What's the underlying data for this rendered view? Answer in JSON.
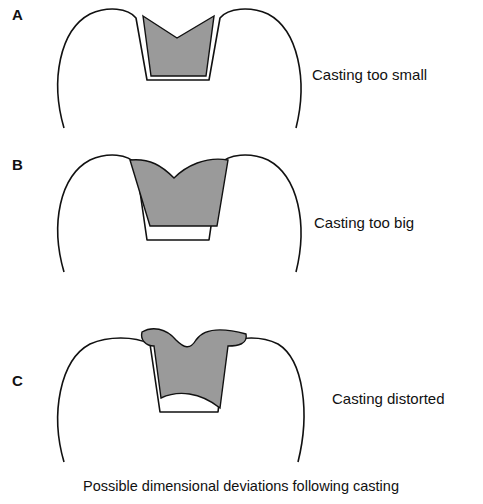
{
  "diagram": {
    "caption": "Possible dimensional deviations following casting",
    "labels": [
      "A",
      "Casting too small",
      "B",
      "Casting too big",
      "C",
      "Casting distorted"
    ]
  }
}
